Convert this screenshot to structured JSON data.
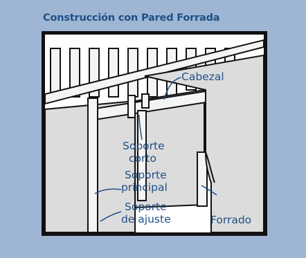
{
  "title": "Construcción con Pared Forrada",
  "labels": {
    "cabezal": "Cabezal",
    "soporte_corto_1": "Soporte",
    "soporte_corto_2": "corto",
    "soporte_principal_1": "Soporte",
    "soporte_principal_2": "principal",
    "soporte_ajuste_1": "Soporte",
    "soporte_ajuste_2": "de ajuste",
    "forrado": "Forrado"
  },
  "colors": {
    "background": "#9eb6d3",
    "title": "#1f4f86",
    "label": "#1f4f86",
    "wall": "#dcdcdc",
    "stud": "#f4f4f4",
    "line": "#111111"
  }
}
